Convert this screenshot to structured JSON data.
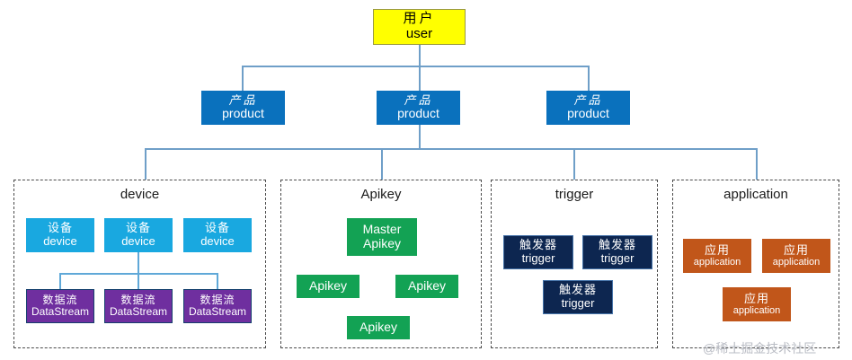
{
  "diagram": {
    "title_root": {
      "cn": "用户",
      "en": "user"
    },
    "products": [
      {
        "cn": "产品",
        "en": "product"
      },
      {
        "cn": "产品",
        "en": "product"
      },
      {
        "cn": "产品",
        "en": "product"
      }
    ],
    "groups": [
      {
        "key": "device",
        "label": "device",
        "nodes": [
          {
            "cn": "设备",
            "en": "device"
          },
          {
            "cn": "设备",
            "en": "device"
          },
          {
            "cn": "设备",
            "en": "device"
          }
        ],
        "children": [
          {
            "cn": "数据流",
            "en": "DataStream"
          },
          {
            "cn": "数据流",
            "en": "DataStream"
          },
          {
            "cn": "数据流",
            "en": "DataStream"
          }
        ]
      },
      {
        "key": "apikey",
        "label": "Apikey",
        "nodes": [
          {
            "cn": "",
            "en": "Master\nApikey"
          },
          {
            "cn": "",
            "en": "Apikey"
          },
          {
            "cn": "",
            "en": "Apikey"
          },
          {
            "cn": "",
            "en": "Apikey"
          }
        ]
      },
      {
        "key": "trigger",
        "label": "trigger",
        "nodes": [
          {
            "cn": "触发器",
            "en": "trigger"
          },
          {
            "cn": "触发器",
            "en": "trigger"
          },
          {
            "cn": "触发器",
            "en": "trigger"
          }
        ]
      },
      {
        "key": "application",
        "label": "application",
        "nodes": [
          {
            "cn": "应用",
            "en": "application"
          },
          {
            "cn": "应用",
            "en": "application"
          },
          {
            "cn": "应用",
            "en": "application"
          }
        ]
      }
    ],
    "apikey_master_line1": "Master",
    "apikey_master_line2": "Apikey",
    "watermark": "@稀土掘金技术社区",
    "colors": {
      "user": "#ffff00",
      "product": "#0a71bd",
      "device": "#19a8e0",
      "datastream": "#6f2f9f",
      "apikey": "#13a254",
      "trigger": "#0d2650",
      "application": "#c1561a",
      "connector": "#6f9fc8",
      "group_border": "#4a4a4a"
    }
  }
}
